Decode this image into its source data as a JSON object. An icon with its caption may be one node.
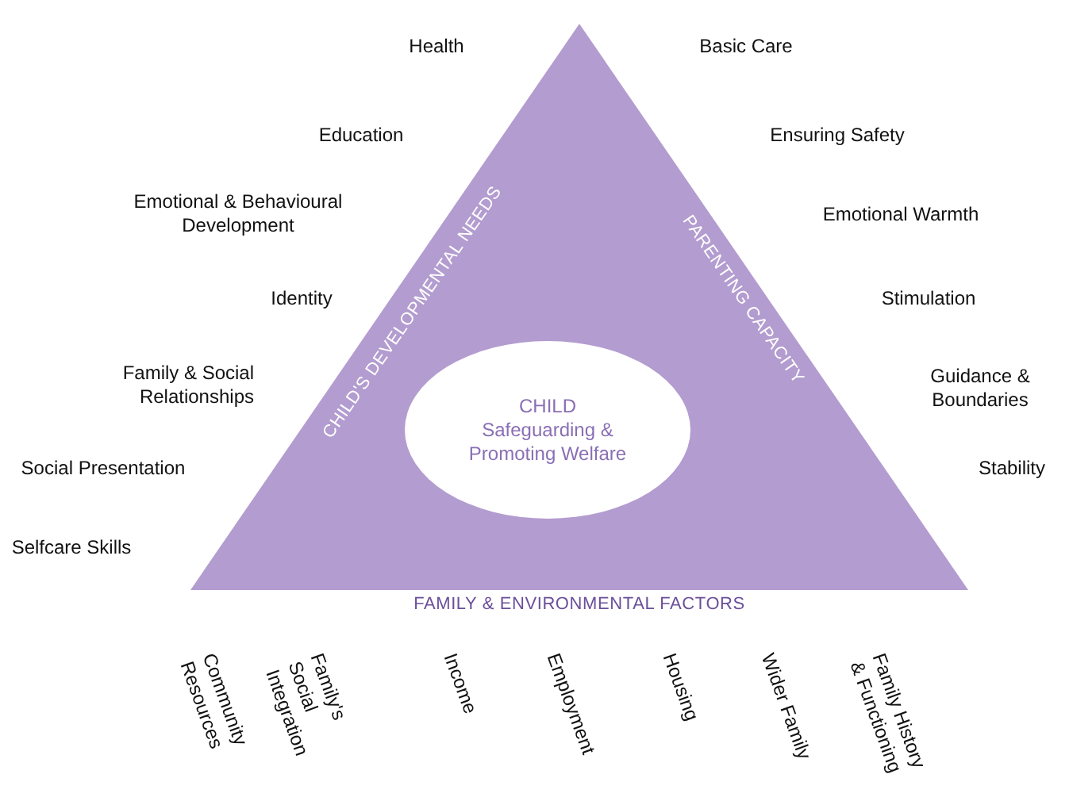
{
  "diagram": {
    "nodes": [
      {
        "text": [
          "CHILD'S DEVELOPMENTAL NEEDS",
          "PARENTING CAPACITY",
          "FAMILY & ENVIRONMENTAL FACTORS"
        ]
      },
      {
        "text": [
          "CHILD",
          "Safeguarding & Promoting Welfare"
        ],
        "in": 0
      }
    ],
    "labels": [
      "Health",
      "Education",
      "Emotional & Behavioural Development",
      "Identity",
      "Family & Social Relationships",
      "Social Presentation",
      "Selfcare Skills",
      "Basic Care",
      "Ensuring Safety",
      "Emotional Warmth",
      "Stimulation",
      "Guidance & Boundaries",
      "Stability",
      "Community Resources",
      "Family's Social Integration",
      "Income",
      "Employment",
      "Housing",
      "Wider Family",
      "Family History & Functioning"
    ]
  }
}
